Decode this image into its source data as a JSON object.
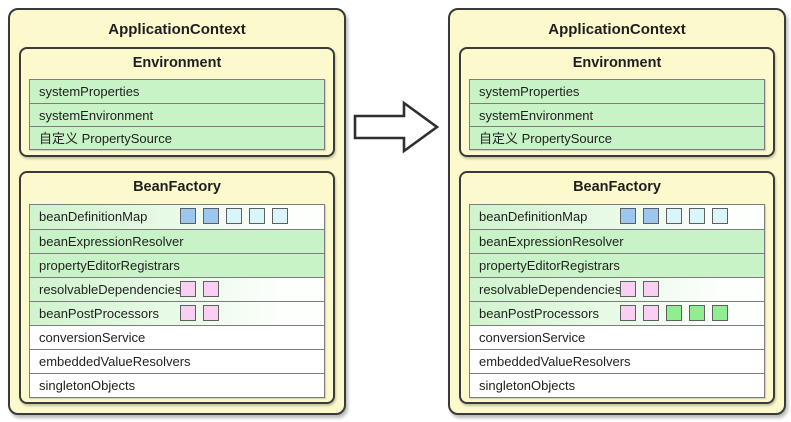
{
  "colors": {
    "panel_bg": "#FCFACD",
    "row_green": "#C8F3C6",
    "chip_blue": "#9CC7F0",
    "chip_cyan": "#D9F6FA",
    "chip_pink": "#F9CFF2",
    "chip_green": "#90EE90"
  },
  "arrow": {
    "type": "right-arrow"
  },
  "panels": [
    {
      "title": "ApplicationContext",
      "environment": {
        "title": "Environment",
        "rows": [
          {
            "label": "systemProperties",
            "style": "green"
          },
          {
            "label": "systemEnvironment",
            "style": "green"
          },
          {
            "label": "自定义 PropertySource",
            "style": "green"
          }
        ]
      },
      "bean_factory": {
        "title": "BeanFactory",
        "rows": [
          {
            "label": "beanDefinitionMap",
            "style": "gradient",
            "chips": [
              "blue",
              "blue",
              "cyan",
              "cyan",
              "cyan"
            ]
          },
          {
            "label": "beanExpressionResolver",
            "style": "green",
            "chips": []
          },
          {
            "label": "propertyEditorRegistrars",
            "style": "green",
            "chips": []
          },
          {
            "label": "resolvableDependencies",
            "style": "gradient",
            "chips": [
              "pink",
              "pink"
            ]
          },
          {
            "label": "beanPostProcessors",
            "style": "gradient",
            "chips": [
              "pink",
              "pink"
            ]
          },
          {
            "label": "conversionService",
            "style": "white",
            "chips": []
          },
          {
            "label": "embeddedValueResolvers",
            "style": "white",
            "chips": []
          },
          {
            "label": "singletonObjects",
            "style": "white",
            "chips": []
          }
        ]
      }
    },
    {
      "title": "ApplicationContext",
      "environment": {
        "title": "Environment",
        "rows": [
          {
            "label": "systemProperties",
            "style": "green"
          },
          {
            "label": "systemEnvironment",
            "style": "green"
          },
          {
            "label": "自定义 PropertySource",
            "style": "green"
          }
        ]
      },
      "bean_factory": {
        "title": "BeanFactory",
        "rows": [
          {
            "label": "beanDefinitionMap",
            "style": "gradient",
            "chips": [
              "blue",
              "blue",
              "cyan",
              "cyan",
              "cyan"
            ]
          },
          {
            "label": "beanExpressionResolver",
            "style": "green",
            "chips": []
          },
          {
            "label": "propertyEditorRegistrars",
            "style": "green",
            "chips": []
          },
          {
            "label": "resolvableDependencies",
            "style": "gradient",
            "chips": [
              "pink",
              "pink"
            ]
          },
          {
            "label": "beanPostProcessors",
            "style": "gradient",
            "chips": [
              "pink",
              "pink",
              "green",
              "green",
              "green"
            ]
          },
          {
            "label": "conversionService",
            "style": "white",
            "chips": []
          },
          {
            "label": "embeddedValueResolvers",
            "style": "white",
            "chips": []
          },
          {
            "label": "singletonObjects",
            "style": "white",
            "chips": []
          }
        ]
      }
    }
  ]
}
